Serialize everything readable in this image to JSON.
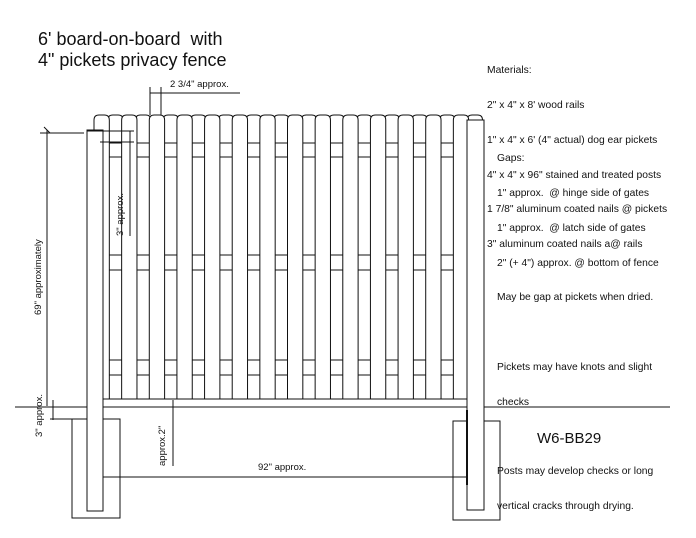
{
  "title": {
    "line1": "6' board-on-board  with",
    "line2": "4\" pickets privacy fence"
  },
  "materials": {
    "heading": "Materials:",
    "items": [
      "2\" x 4\" x 8' wood rails",
      "1\" x 4\" x 6' (4\" actual) dog ear pickets",
      "4\" x 4\" x 96\" stained and treated posts",
      "1 7/8\" aluminum coated nails @ pickets",
      "3\" aluminum coated nails a@ rails"
    ]
  },
  "gaps": {
    "heading": "Gaps:",
    "items": [
      "1\" approx.  @ hinge side of gates",
      "1\" approx.  @ latch side of gates",
      "2\" (+ 4\") approx. @ bottom of fence",
      "May be gap at pickets when dried."
    ],
    "note1_line1": "Pickets may have knots and slight",
    "note1_line2": "checks",
    "note2_line1": "Posts may develop checks or long",
    "note2_line2": "vertical cracks through drying."
  },
  "dimensions": {
    "picket_gap": "2 3/4\" approx.",
    "top_offset": "3\" approx.",
    "height": "69\" approximately",
    "ground_offset": "3\" approx.",
    "bottom_gap": "approx.2\"",
    "post_spacing": "92\" approx."
  },
  "drawing_code": "W6-BB29",
  "colors": {
    "line": "#111111",
    "background": "#ffffff"
  }
}
